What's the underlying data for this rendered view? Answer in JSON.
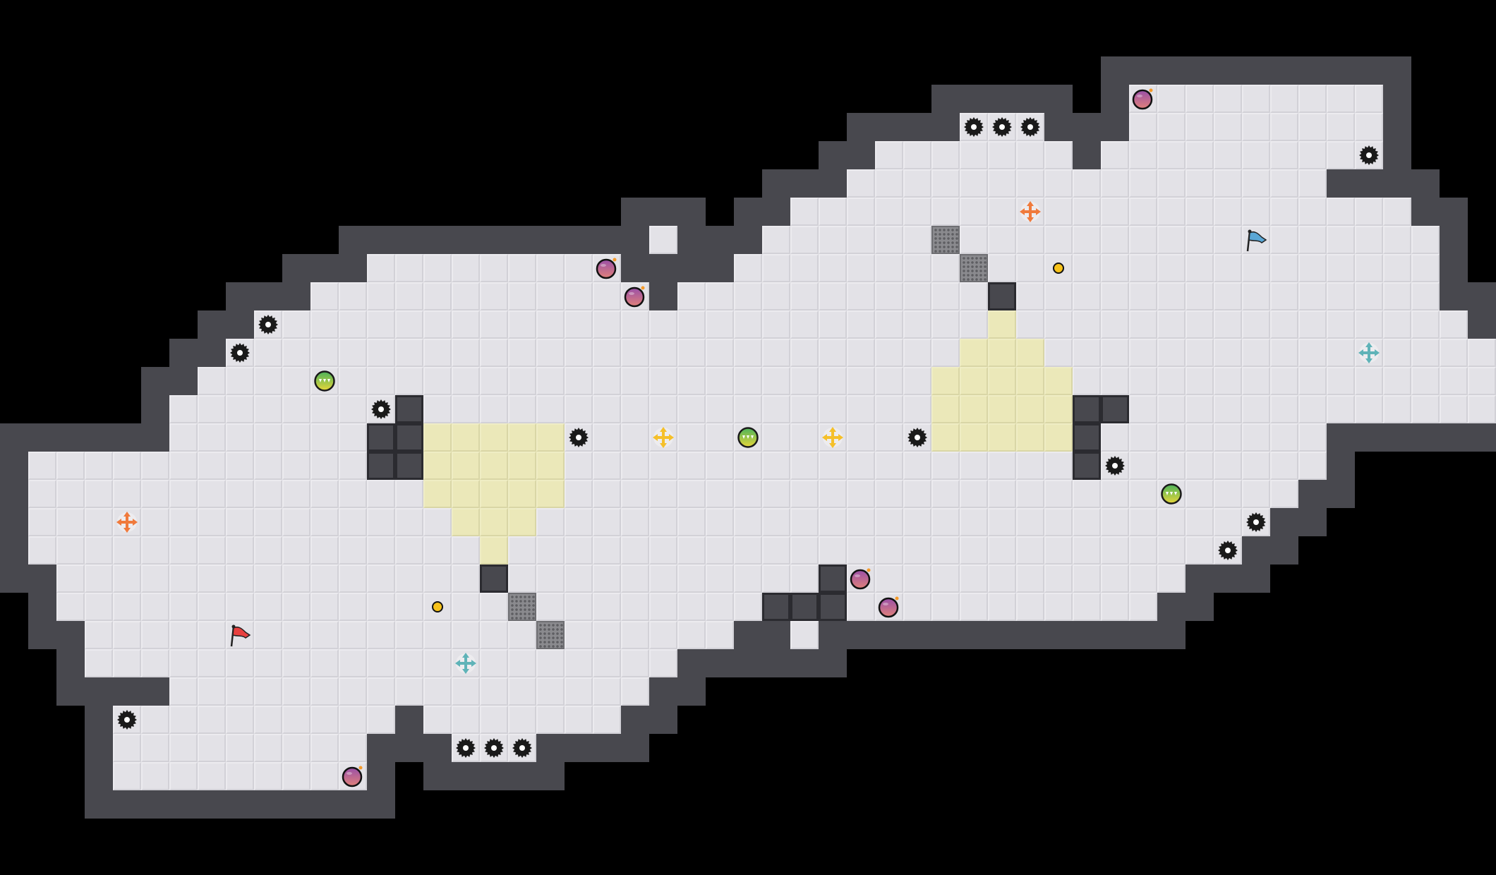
{
  "level": {
    "colors": {
      "background": "#000000",
      "floor": "#e3e2e7",
      "wall": "#48484e",
      "zone": "#ebe8b9",
      "grate": "#8a8a8e"
    },
    "entity_kinds": {
      "sawblade": {
        "icon": "sawblade-icon",
        "color": "#1a1a1a",
        "count": 16
      },
      "bomb": {
        "icon": "bomb-icon",
        "color": "#a4568f",
        "count": 6
      },
      "speed-orb": {
        "icon": "speed-orb-icon",
        "color": "#6cc04a",
        "count": 3
      },
      "move-cross-orange": {
        "icon": "move-arrows-icon",
        "color": "#f07a3c",
        "count": 2
      },
      "move-cross-yellow": {
        "icon": "move-arrows-icon",
        "color": "#f5c02a",
        "count": 2
      },
      "move-cross-teal": {
        "icon": "move-arrows-icon",
        "color": "#5fb3b8",
        "count": 2
      },
      "flag-red": {
        "icon": "flag-icon",
        "color": "#e8403f",
        "count": 1
      },
      "flag-blue": {
        "icon": "flag-icon",
        "color": "#5aa7d6",
        "count": 1
      },
      "coin": {
        "icon": "coin-icon",
        "color": "#f7c21a",
        "count": 2
      }
    }
  }
}
